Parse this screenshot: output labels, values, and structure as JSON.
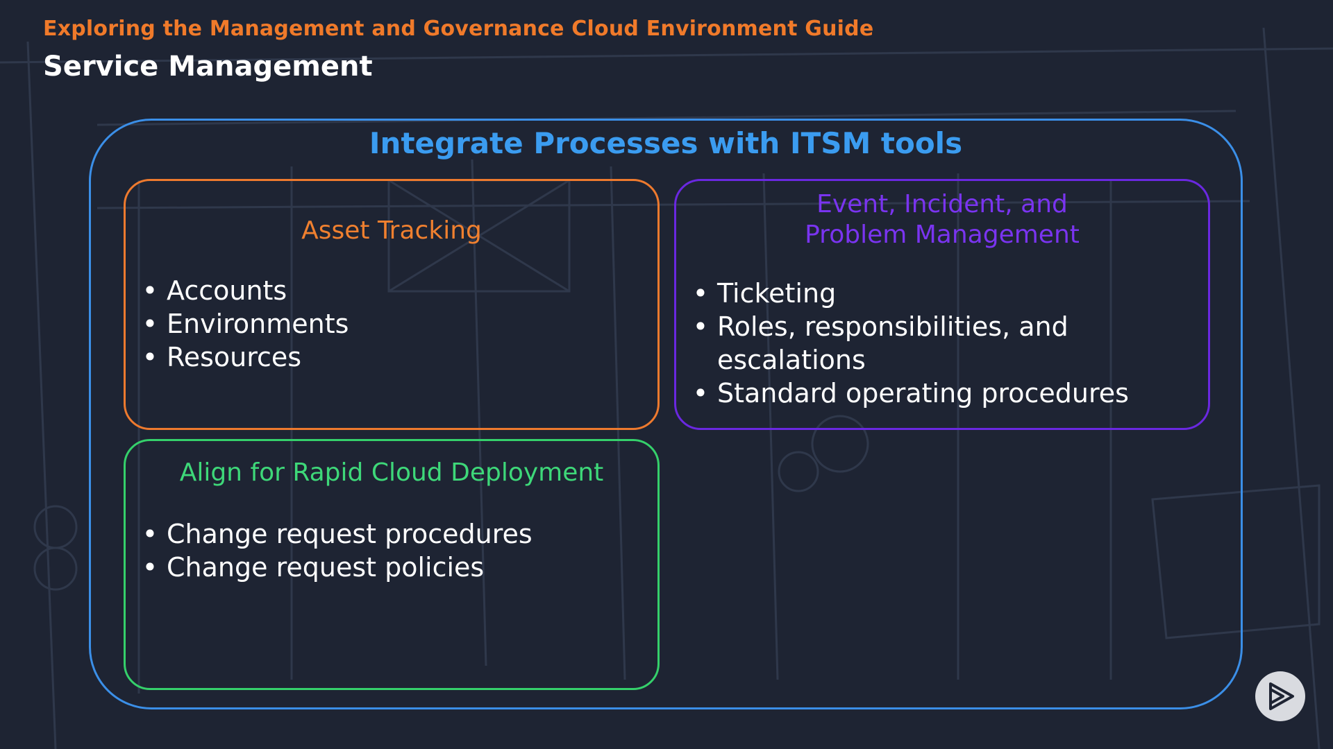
{
  "header": {
    "course_title": "Exploring the Management and Governance Cloud Environment Guide",
    "module_title": "Service Management"
  },
  "diagram": {
    "title": "Integrate Processes with ITSM tools",
    "cards": [
      {
        "title": "Asset Tracking",
        "items": [
          "Accounts",
          "Environments",
          "Resources"
        ]
      },
      {
        "title_lines": [
          "Event, Incident, and",
          "Problem Management"
        ],
        "items": [
          "Ticketing",
          "Roles, responsibilities, and",
          "escalations",
          "Standard operating procedures"
        ]
      },
      {
        "title": "Align for Rapid Cloud Deployment",
        "items": [
          "Change request procedures",
          "Change request policies"
        ]
      }
    ]
  },
  "icons": {
    "play_badge": "play-logo-icon"
  },
  "colors": {
    "background": "#1e2433",
    "course_title": "#f07a2a",
    "outer_frame": "#3b8fe8",
    "asset_tracking": "#ee7a2e",
    "event_incident": "#6a28e0",
    "align_deployment": "#35d06b"
  }
}
